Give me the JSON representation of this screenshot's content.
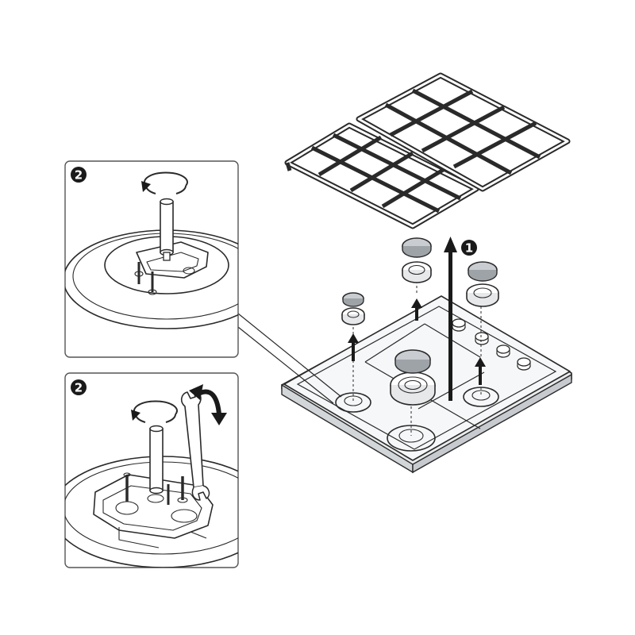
{
  "steps": {
    "remove_parts": "1",
    "detail_top": "2",
    "detail_bottom": "2"
  },
  "colors": {
    "line": "#2a2a2a",
    "panel_border": "#555555",
    "cap_fill": "#c9cdd1",
    "grid_fill": "#9a9a9a",
    "badge_fill": "#1a1a1a"
  },
  "icons": [
    "rotate-arrow-icon",
    "wrench-icon",
    "up-arrow-icon"
  ]
}
